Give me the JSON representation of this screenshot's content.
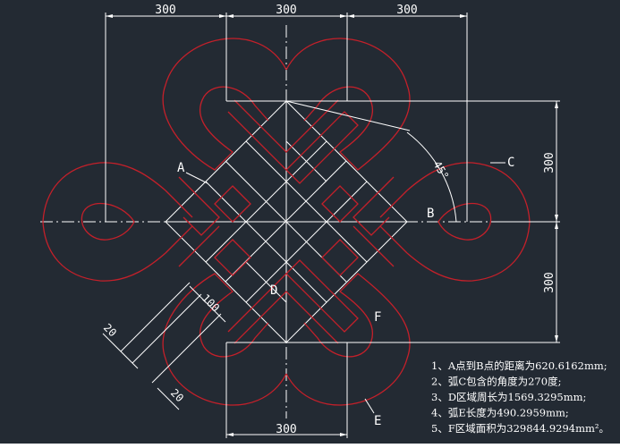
{
  "canvas": {
    "background": "#232a33"
  },
  "colors": {
    "geometry": "#c4202a",
    "dimensions": "#ffffff",
    "centerlines": "#ffffff"
  },
  "dimensions": {
    "top_left": "300",
    "top_middle": "300",
    "top_right": "300",
    "bottom": "300",
    "right_upper": "300",
    "right_lower": "300",
    "diag_100": "100",
    "diag_20_a": "20",
    "diag_20_b": "20",
    "angle": "45°"
  },
  "labels": {
    "a": "A",
    "b": "B",
    "c": "C",
    "d": "D",
    "e": "E",
    "f": "F"
  },
  "notes": [
    "1、A点到B点的距离为620.6162mm;",
    "2、弧C包含的角度为270度;",
    "3、D区域周长为1569.3295mm;",
    "4、弧E长度为490.2959mm;",
    "5、F区域面积为329844.9294mm²。"
  ]
}
